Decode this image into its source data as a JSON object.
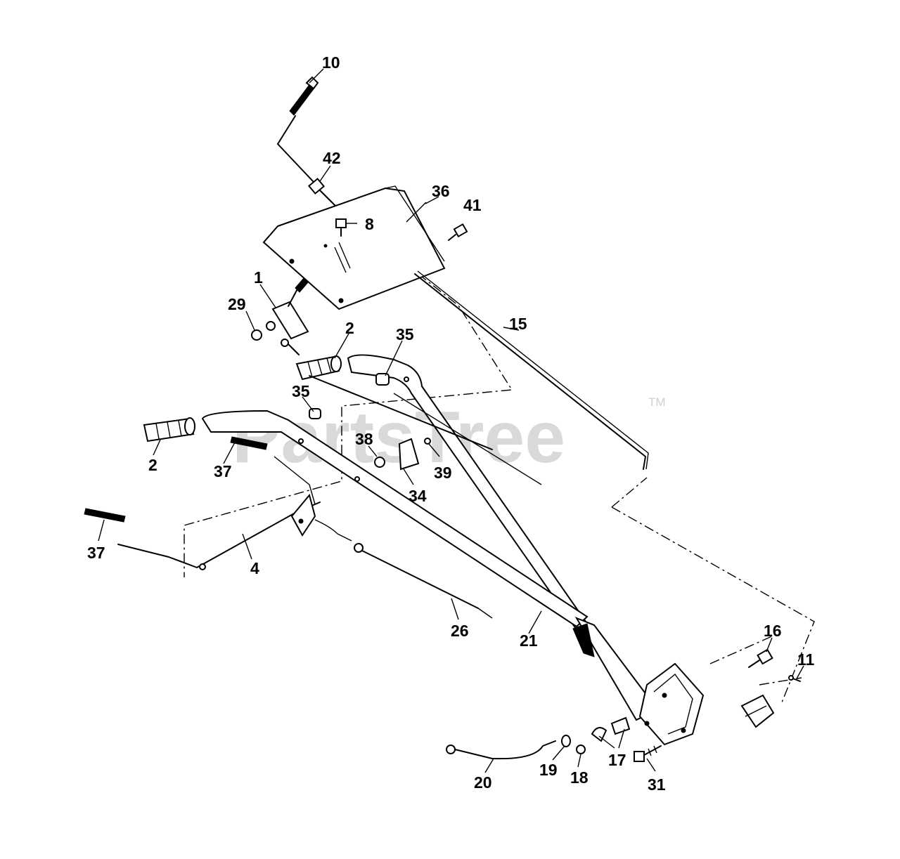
{
  "watermark": {
    "text": "PartsTree",
    "trademark": "TM"
  },
  "parts": [
    {
      "key": "p10",
      "label": "10"
    },
    {
      "key": "p42",
      "label": "42"
    },
    {
      "key": "p36",
      "label": "36"
    },
    {
      "key": "p41",
      "label": "41"
    },
    {
      "key": "p8",
      "label": "8"
    },
    {
      "key": "p1",
      "label": "1"
    },
    {
      "key": "p29",
      "label": "29"
    },
    {
      "key": "p2a",
      "label": "2"
    },
    {
      "key": "p35a",
      "label": "35"
    },
    {
      "key": "p15",
      "label": "15"
    },
    {
      "key": "p35b",
      "label": "35"
    },
    {
      "key": "p38",
      "label": "38"
    },
    {
      "key": "p39",
      "label": "39"
    },
    {
      "key": "p34",
      "label": "34"
    },
    {
      "key": "p2b",
      "label": "2"
    },
    {
      "key": "p37a",
      "label": "37"
    },
    {
      "key": "p37b",
      "label": "37"
    },
    {
      "key": "p4",
      "label": "4"
    },
    {
      "key": "p26",
      "label": "26"
    },
    {
      "key": "p21",
      "label": "21"
    },
    {
      "key": "p16",
      "label": "16"
    },
    {
      "key": "p11",
      "label": "11"
    },
    {
      "key": "p17",
      "label": "17"
    },
    {
      "key": "p19",
      "label": "19"
    },
    {
      "key": "p18",
      "label": "18"
    },
    {
      "key": "p20",
      "label": "20"
    },
    {
      "key": "p31",
      "label": "31"
    }
  ]
}
